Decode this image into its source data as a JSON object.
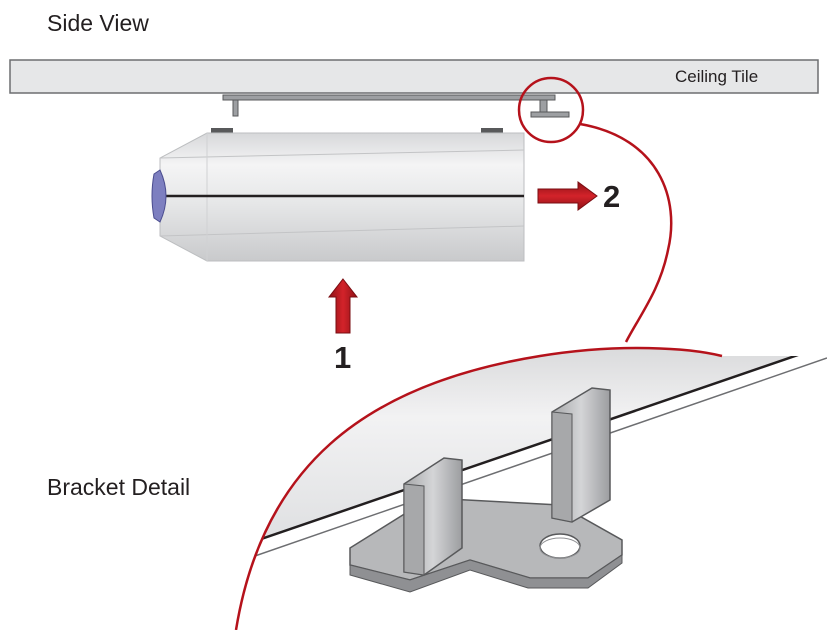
{
  "title": "Side View",
  "ceiling_tile_label": "Ceiling Tile",
  "bracket_detail_label": "Bracket Detail",
  "steps": [
    {
      "number": "1",
      "direction": "up"
    },
    {
      "number": "2",
      "direction": "right"
    }
  ],
  "colors": {
    "arrow": "#c4161c",
    "callout": "#b5121b",
    "ceiling_fill": "#e6e7e8",
    "housing_fill": "#e4e5e6",
    "bracket_fill": "#b7b8ba",
    "lens": "#7d7fc0"
  }
}
